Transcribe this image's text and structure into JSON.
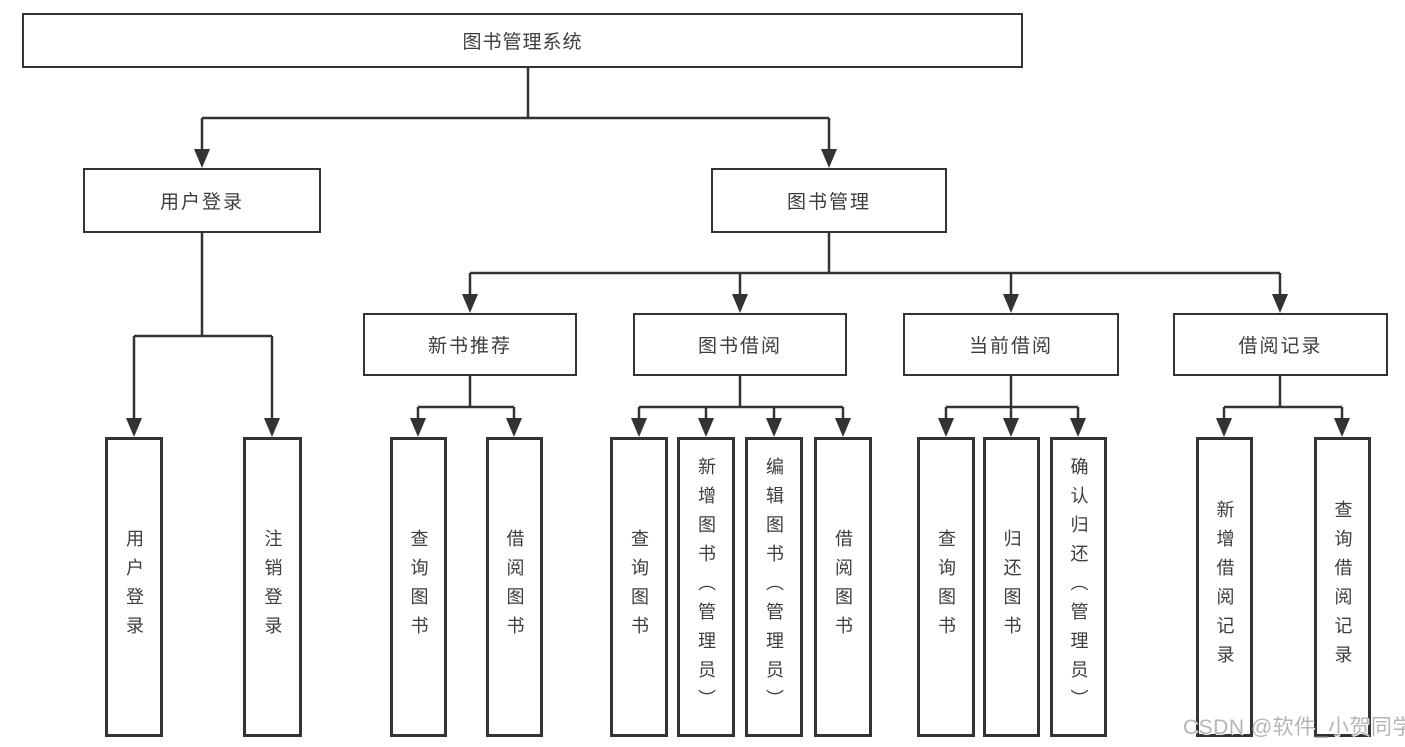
{
  "diagram": {
    "root_label": "图书管理系统",
    "branches": [
      {
        "label": "用户登录",
        "children": [
          "用户登录",
          "注销登录"
        ]
      },
      {
        "label": "图书管理",
        "sections": [
          {
            "label": "新书推荐",
            "children": [
              "查询图书",
              "借阅图书"
            ]
          },
          {
            "label": "图书借阅",
            "children": [
              "查询图书",
              "新增图书（管理员）",
              "编辑图书（管理员）",
              "借阅图书"
            ]
          },
          {
            "label": "当前借阅",
            "children": [
              "查询图书",
              "归还图书",
              "确认归还（管理员）"
            ]
          },
          {
            "label": "借阅记录",
            "children": [
              "新增借阅记录",
              "查询借阅记录"
            ]
          }
        ]
      }
    ]
  },
  "watermark": {
    "text": "CSDN @软件_小贺同学"
  },
  "colors": {
    "line": "#333333",
    "text": "#3d3d3d",
    "watermark": "#b5b5b5",
    "background": "#ffffff"
  }
}
